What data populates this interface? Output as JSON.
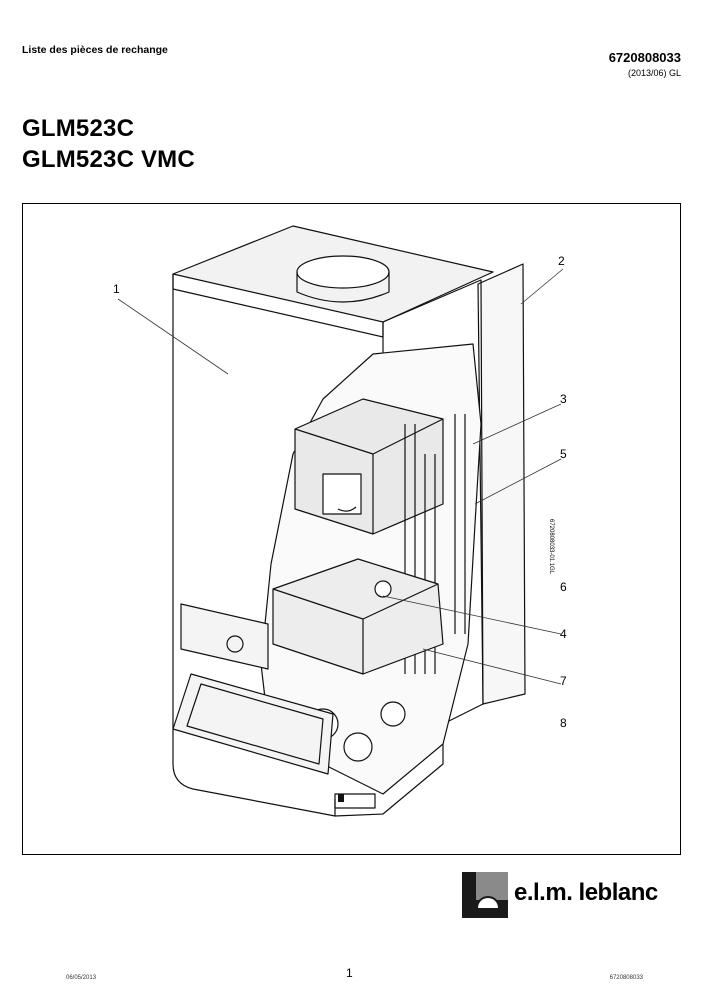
{
  "header": {
    "section_title": "Liste des pièces de rechange",
    "document_number": "6720808033",
    "document_date": "(2013/06) GL"
  },
  "titles": [
    "GLM523C",
    "GLM523C VMC"
  ],
  "figure": {
    "reference_code": "6720808033-01.1GL",
    "callouts": [
      "1",
      "2",
      "3",
      "5",
      "6",
      "4",
      "7",
      "8"
    ]
  },
  "logo": {
    "brand_text": "e.l.m. leblanc"
  },
  "footer": {
    "left": "06/05/2013",
    "page_number": "1",
    "right": "6720808033"
  }
}
